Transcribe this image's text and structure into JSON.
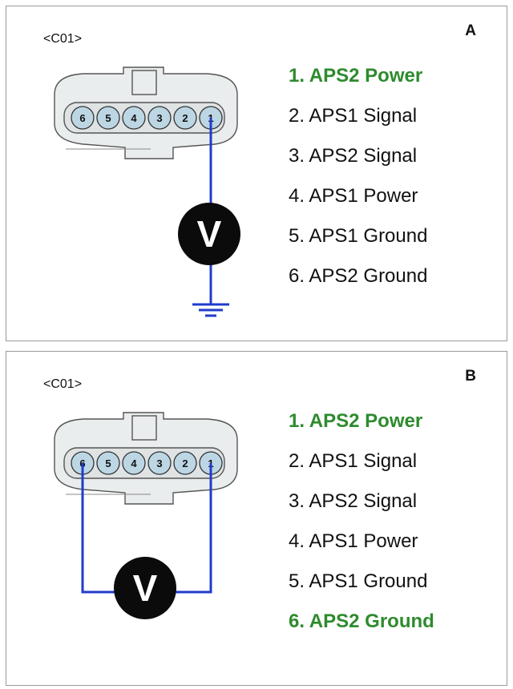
{
  "colors": {
    "highlight": "#2e8b2e",
    "wire": "#1f3ccc",
    "pin_fill": "#bcd6e4",
    "connector_fill": "#eaeded",
    "meter": "#0b0b0b"
  },
  "panels": [
    {
      "letter": "A",
      "connector_label": "<C01>",
      "pins": [
        "6",
        "5",
        "4",
        "3",
        "2",
        "1"
      ],
      "meter_symbol": "V",
      "items": [
        {
          "label": "1. APS2 Power",
          "highlight": true
        },
        {
          "label": "2. APS1 Signal",
          "highlight": false
        },
        {
          "label": "3. APS2 Signal",
          "highlight": false
        },
        {
          "label": "4. APS1 Power",
          "highlight": false
        },
        {
          "label": "5. APS1 Ground",
          "highlight": false
        },
        {
          "label": "6. APS2 Ground",
          "highlight": false
        }
      ]
    },
    {
      "letter": "B",
      "connector_label": "<C01>",
      "pins": [
        "6",
        "5",
        "4",
        "3",
        "2",
        "1"
      ],
      "meter_symbol": "V",
      "items": [
        {
          "label": "1. APS2 Power",
          "highlight": true
        },
        {
          "label": "2. APS1 Signal",
          "highlight": false
        },
        {
          "label": "3. APS2 Signal",
          "highlight": false
        },
        {
          "label": "4. APS1 Power",
          "highlight": false
        },
        {
          "label": "5. APS1 Ground",
          "highlight": false
        },
        {
          "label": "6. APS2 Ground",
          "highlight": true
        }
      ]
    }
  ]
}
